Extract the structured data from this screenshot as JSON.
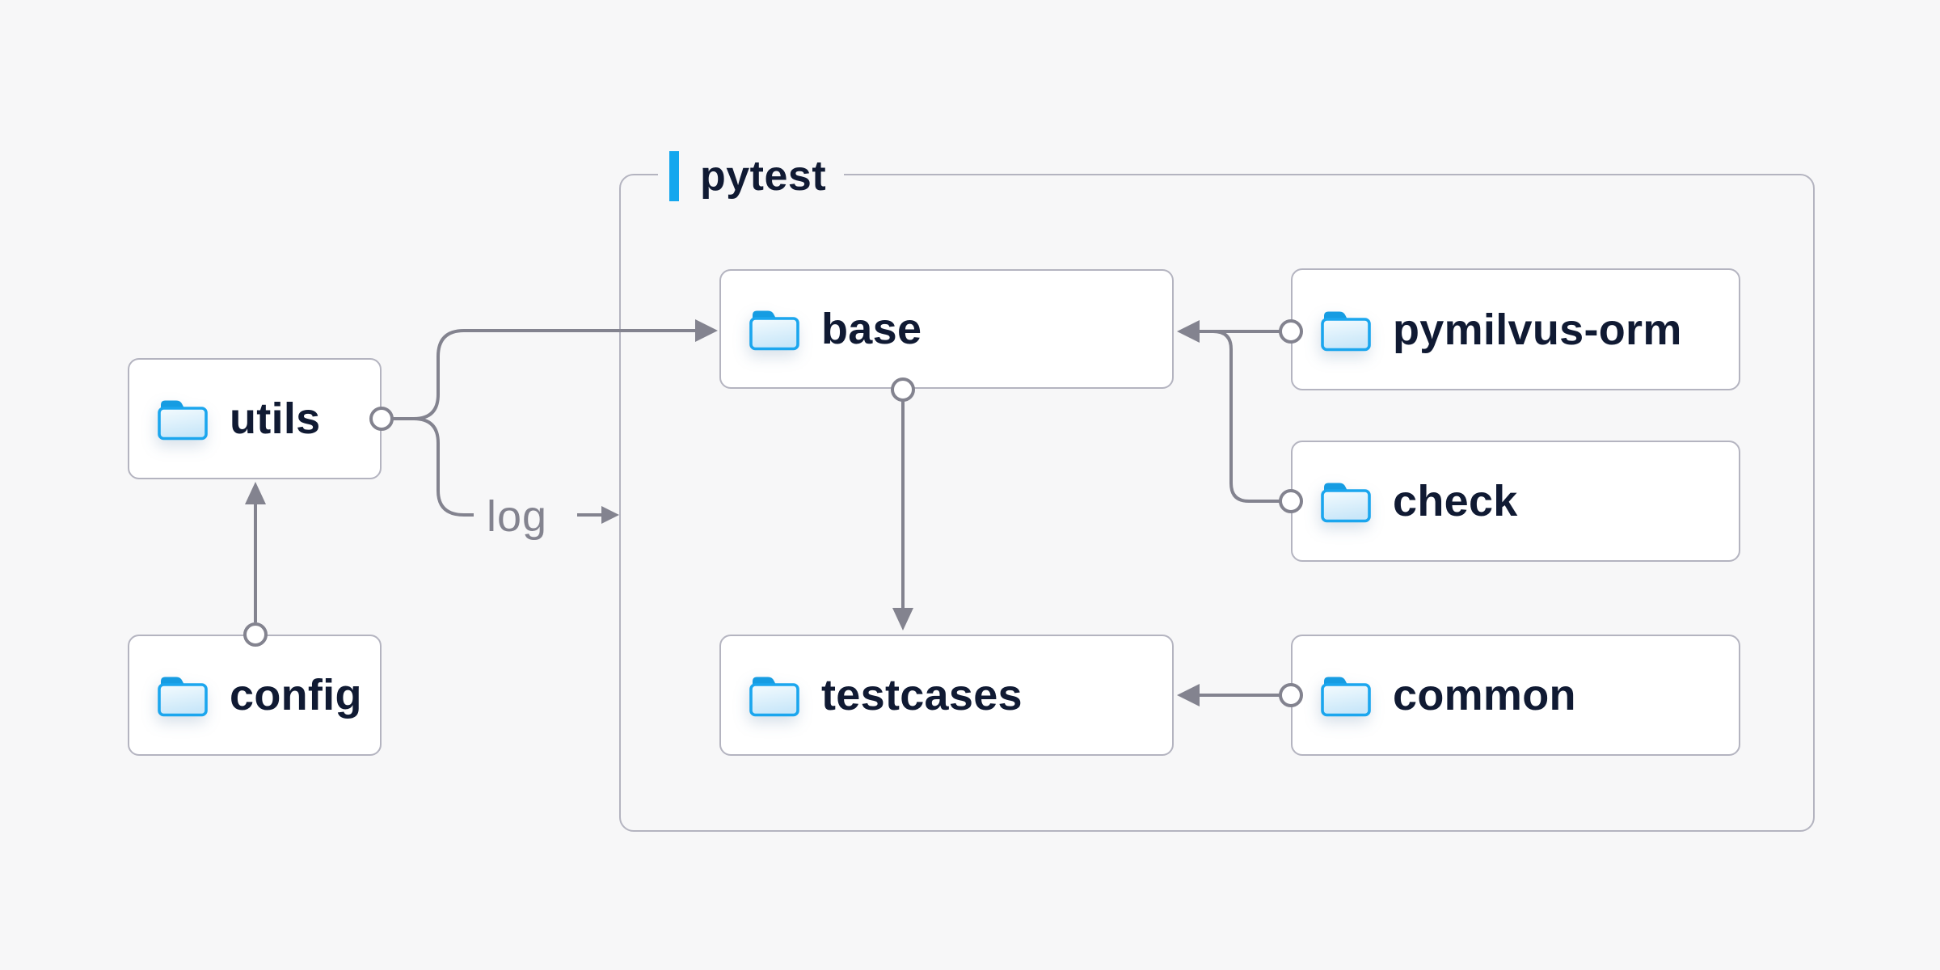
{
  "diagram": {
    "background_color": "#f7f7f8",
    "container": {
      "label": "pytest",
      "accent_color": "#14a7ee",
      "border_color": "#b4b4c0"
    },
    "colors": {
      "node_background": "#ffffff",
      "node_border": "#b4b4c0",
      "node_text": "#101a33",
      "connector": "#83838f",
      "edge_label_text": "#83838f",
      "folder_stroke": "#1ba6ee",
      "folder_tab": "#169ce2",
      "folder_fill_top": "#f4fbfe",
      "folder_fill_bottom": "#c9e7f9"
    },
    "nodes": {
      "utils": {
        "label": "utils",
        "icon": "folder-icon"
      },
      "config": {
        "label": "config",
        "icon": "folder-icon"
      },
      "base": {
        "label": "base",
        "icon": "folder-icon"
      },
      "pymilvus": {
        "label": "pymilvus-orm",
        "icon": "folder-icon"
      },
      "check": {
        "label": "check",
        "icon": "folder-icon"
      },
      "testcases": {
        "label": "testcases",
        "icon": "folder-icon"
      },
      "common": {
        "label": "common",
        "icon": "folder-icon"
      }
    },
    "edges": [
      {
        "from": "config",
        "to": "utils",
        "label": ""
      },
      {
        "from": "utils",
        "to": "base",
        "label": ""
      },
      {
        "from": "utils",
        "to": "pytest",
        "label": "log"
      },
      {
        "from": "base",
        "to": "testcases",
        "label": ""
      },
      {
        "from": "pymilvus-orm",
        "to": "base",
        "label": ""
      },
      {
        "from": "check",
        "to": "base",
        "label": ""
      },
      {
        "from": "common",
        "to": "testcases",
        "label": ""
      }
    ]
  }
}
